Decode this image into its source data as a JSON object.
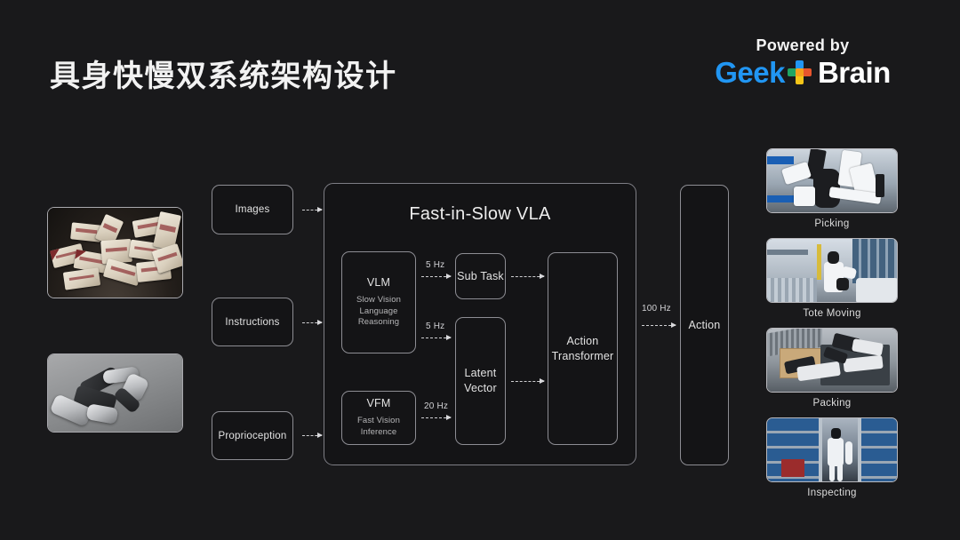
{
  "header": {
    "title": "具身快慢双系统架构设计",
    "logo": {
      "powered_by": "Powered by",
      "geek": "Geek",
      "brain": "Brain",
      "plus_icon": "plus-cross-icon",
      "geek_color": "#2196f3",
      "brain_color": "#ffffff"
    }
  },
  "inputs": [
    {
      "label": "Images"
    },
    {
      "label": "Instructions"
    },
    {
      "label": "Proprioception"
    }
  ],
  "vla": {
    "heading": "Fast-in-Slow VLA",
    "vlm": {
      "title": "VLM",
      "subtitle": "Slow Vision\nLanguage\nReasoning"
    },
    "vfm": {
      "title": "VFM",
      "subtitle": "Fast Vision\nInference"
    },
    "sub_task": {
      "title": "Sub Task"
    },
    "latent_vector": {
      "title": "Latent\nVector"
    },
    "action_transformer": {
      "title": "Action\nTransformer"
    }
  },
  "output": {
    "action": "Action"
  },
  "rates": {
    "vlm_subtask": "5 Hz",
    "vlm_latent": "5 Hz",
    "vfm_latent": "20 Hz",
    "action": "100 Hz"
  },
  "left_photos": [
    {
      "name": "bin-of-parcels"
    },
    {
      "name": "robotic-hand"
    }
  ],
  "tasks": [
    {
      "caption": "Picking"
    },
    {
      "caption": "Tote  Moving"
    },
    {
      "caption": "Packing"
    },
    {
      "caption": "Inspecting"
    }
  ],
  "theme": {
    "background": "#19191b",
    "panel": "#141416",
    "stroke": "#8d8d93",
    "text": "#e2e2e2"
  }
}
